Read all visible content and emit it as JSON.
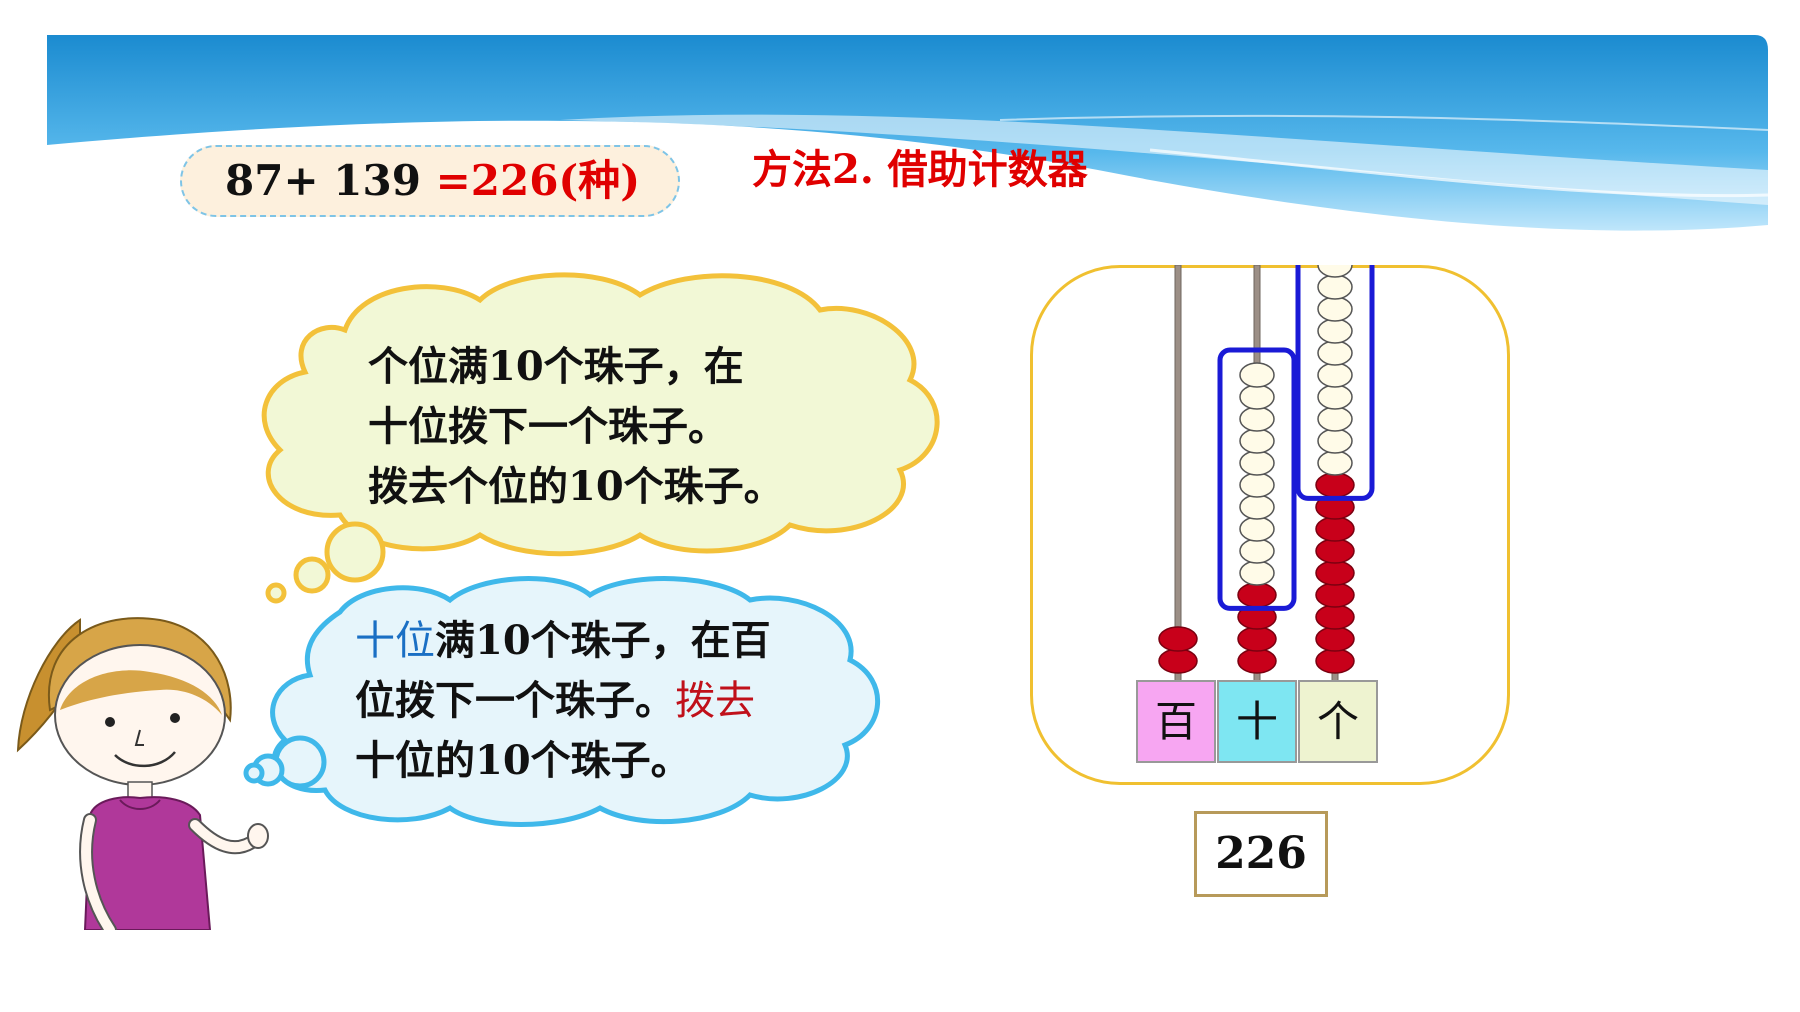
{
  "equation": {
    "left": "87+ 139",
    "right": "=226(种)"
  },
  "method_title": "方法2. 借助计数器",
  "cloud_top": {
    "lines": [
      "个位满10个珠子，在",
      "十位拨下一个珠子。",
      "拨去个位的10个珠子。"
    ]
  },
  "cloud_bottom": {
    "line1_a": "十位",
    "line1_b": "满10个珠子，在百",
    "line2_a": "位拨下一个珠子。",
    "line2_b": "拨去",
    "line3": "十位的10个珠子。"
  },
  "counter": {
    "places": [
      "百",
      "十",
      "个"
    ],
    "red_beads": {
      "hundreds": 2,
      "tens": 4,
      "ones": 9
    },
    "white_beads": {
      "hundreds": 0,
      "tens": 10,
      "ones": 10
    },
    "result": "226"
  },
  "colors": {
    "emphasis_red": "#e00000",
    "emphasis_blue": "#1a6fc4",
    "bead_red": "#c8001a",
    "bead_white": "#fffbe8",
    "highlight_frame": "#1a1ad6",
    "frame_gold": "#f0c030"
  }
}
